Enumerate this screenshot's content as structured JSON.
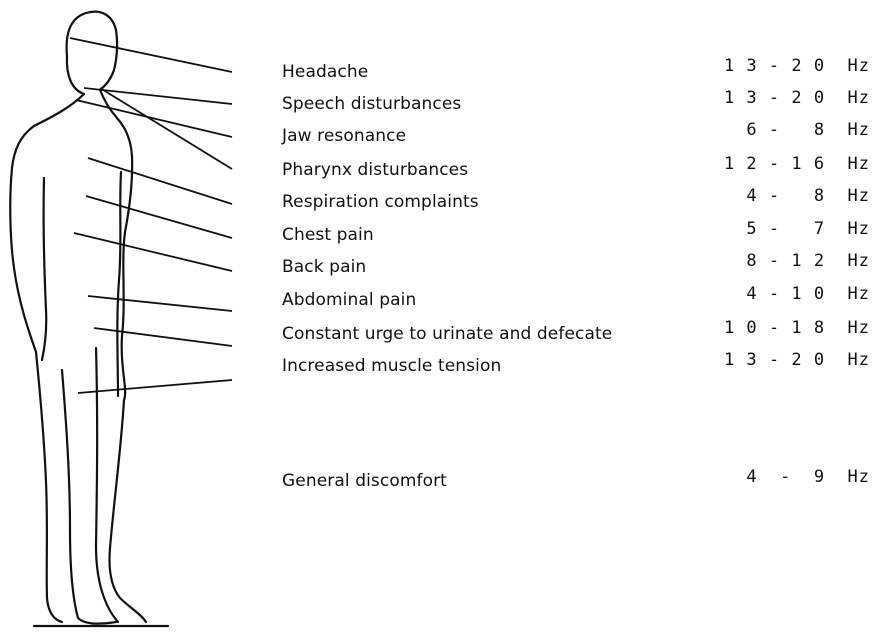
{
  "symptoms": [
    {
      "label": "Headache",
      "frequency": "1 3 - 2 0  Hz"
    },
    {
      "label": "Speech disturbances",
      "frequency": "1 3 - 2 0  Hz"
    },
    {
      "label": "Jaw resonance",
      "frequency": "6 -   8  Hz"
    },
    {
      "label": "Pharynx disturbances",
      "frequency": "1 2 - 1 6  Hz"
    },
    {
      "label": "Respiration complaints",
      "frequency": "4 -   8  Hz"
    },
    {
      "label": "Chest pain",
      "frequency": "5 -   7  Hz"
    },
    {
      "label": "Back pain",
      "frequency": "8 - 1 2  Hz"
    },
    {
      "label": "Abdominal pain",
      "frequency": "4 - 1 0  Hz"
    },
    {
      "label": "Constant urge to urinate and defecate",
      "frequency": "1 0 - 1 8  Hz"
    },
    {
      "label": "Increased muscle tension",
      "frequency": "1 3 - 2 0  Hz"
    }
  ],
  "general": {
    "label": "General discomfort",
    "frequency": "4  -  9  Hz"
  }
}
